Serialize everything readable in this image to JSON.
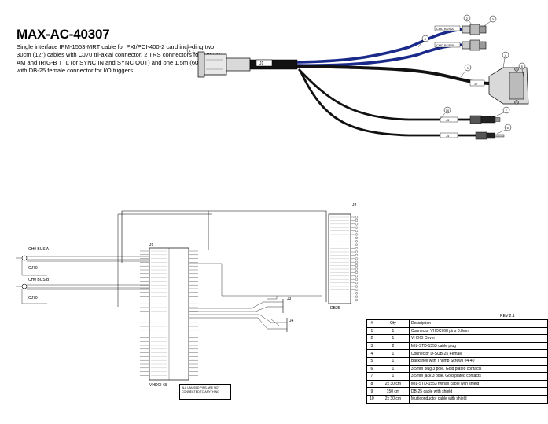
{
  "header": {
    "title": "MAX-AC-40307",
    "description": "Single interface IPM-1553-MRT cable for PXI/PCI-400-2 card including two 30cm (12\") cables with CJ70 tri-axial connector, 2 TRS connectors for IRIG-B AM and IRIG-B TTL (or SYNC IN and SYNC OUT) and one 1.5m (60\") cable with DB-25 female connector for I/O triggers."
  },
  "cable": {
    "callouts": [
      "1",
      "2",
      "3",
      "4",
      "5",
      "6",
      "7",
      "8",
      "9",
      "10"
    ],
    "j1_label": "J1",
    "j2_label": "J2",
    "j3_label": "J3",
    "j4_label": "J4",
    "bus_a_label": "CHO BUS A",
    "bus_b_label": "CHO BUS B"
  },
  "schematic": {
    "bus_a": "CH0 BUS A",
    "bus_b": "CH0 BUS B",
    "cj70": "CJ70",
    "j1": "J1",
    "j2": "J2",
    "j3": "J3",
    "j4": "J4",
    "vhdci": "VHDCI-68",
    "db25": "DB25",
    "note": "ALL UNUSED PINS ARE NOT CONNECTED TO ANYTHING"
  },
  "bom": {
    "rev": "REV 2.1",
    "headers": [
      "#",
      "Qty",
      "Description"
    ],
    "rows": [
      [
        "1",
        "1",
        "Connector VHDCI 68 pins 0.8mm"
      ],
      [
        "2",
        "1",
        "VHDCI Cover"
      ],
      [
        "3",
        "2",
        "MIL-STD-1553 cable plug"
      ],
      [
        "4",
        "1",
        "Connector D-SUB-25 Female"
      ],
      [
        "5",
        "1",
        "Backshell with Thumb Screws #4-40"
      ],
      [
        "6",
        "1",
        "3.5mm plug 3 pole. Gold plated contacts"
      ],
      [
        "7",
        "1",
        "3.5mm jack 3 pole. Gold plated contacts"
      ],
      [
        "8",
        "2x 30 cm",
        "MIL-STD-1553 twinax cable with shield"
      ],
      [
        "9",
        "150 cm",
        "DB-25 cable with shield"
      ],
      [
        "10",
        "2x 30 cm",
        "Multiconductor cable with shield"
      ]
    ]
  }
}
